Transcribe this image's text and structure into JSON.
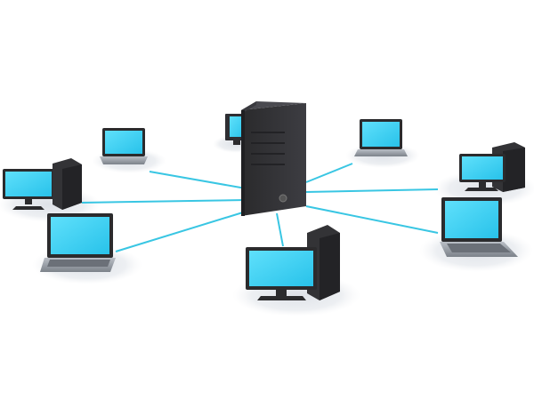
{
  "diagram": {
    "type": "star-network",
    "hub": {
      "icon": "server-tower-icon"
    },
    "nodes": [
      {
        "id": "laptop-top-left",
        "icon": "laptop-icon"
      },
      {
        "id": "monitor-top-center",
        "icon": "desktop-monitor-icon"
      },
      {
        "id": "laptop-top-right",
        "icon": "laptop-icon"
      },
      {
        "id": "desktop-left",
        "icon": "desktop-pc-icon"
      },
      {
        "id": "desktop-right",
        "icon": "desktop-pc-icon"
      },
      {
        "id": "laptop-bottom-left",
        "icon": "laptop-icon"
      },
      {
        "id": "laptop-bottom-right",
        "icon": "laptop-icon"
      },
      {
        "id": "desktop-bottom-center",
        "icon": "desktop-pc-icon"
      }
    ]
  },
  "colors": {
    "background": "#ffffff",
    "screen": "#35d0f3",
    "screen_edge": "#1fa9cc",
    "device_dark": "#2b2b2d",
    "device_mid": "#3c3c40",
    "device_light": "#5a5a60",
    "laptop_body": "#9aa0a8",
    "connection": "#39c6e3",
    "shadow": "#e4e7ec"
  }
}
